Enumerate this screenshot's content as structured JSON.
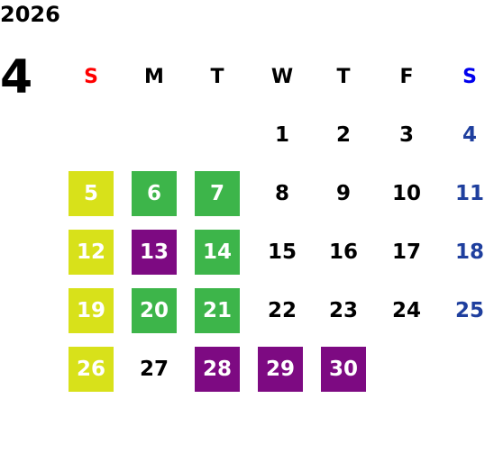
{
  "calendar": {
    "year": "2026",
    "month": "4",
    "weekdays": [
      "S",
      "M",
      "T",
      "W",
      "T",
      "F",
      "S"
    ],
    "colors": {
      "green": "#3db54a",
      "yellow": "#d8e11a",
      "purple": "#7d0a82",
      "sunday_header": "#ff0000",
      "saturday_header": "#0000ee",
      "saturday_number": "#1f3f9e"
    },
    "weeks": [
      [
        "",
        "",
        "",
        "1",
        "2",
        "3",
        "4"
      ],
      [
        "5",
        "6",
        "7",
        "8",
        "9",
        "10",
        "11"
      ],
      [
        "12",
        "13",
        "14",
        "15",
        "16",
        "17",
        "18"
      ],
      [
        "19",
        "20",
        "21",
        "22",
        "23",
        "24",
        "25"
      ],
      [
        "26",
        "27",
        "28",
        "29",
        "30",
        "",
        ""
      ]
    ],
    "highlights": {
      "5": "yellow",
      "6": "green",
      "7": "green",
      "12": "yellow",
      "13": "purple",
      "14": "green",
      "19": "yellow",
      "20": "green",
      "21": "green",
      "26": "yellow",
      "28": "purple",
      "29": "purple",
      "30": "purple"
    }
  }
}
